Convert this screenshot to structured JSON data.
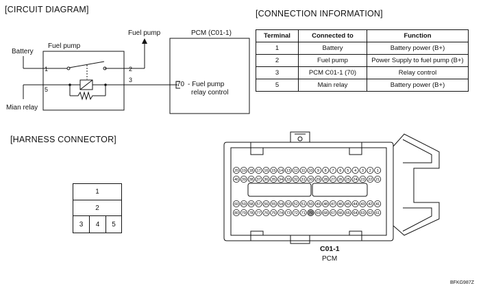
{
  "sections": {
    "circuit": "[CIRCUIT DIAGRAM]",
    "connection": "[CONNECTION INFORMATION]",
    "harness": "[HARNESS CONNECTOR]"
  },
  "circuit": {
    "battery": "Battery",
    "fuel_pump_box": "Fuel pump",
    "fuel_pump_arrow": "Fuel pump",
    "pcm": "PCM (C01-1)",
    "pin1": "1",
    "pin2": "2",
    "pin3": "3",
    "pin5": "5",
    "main_relay": "Mian relay",
    "pcm_pin": "70",
    "pcm_pin_desc1": "- Fuel pump",
    "pcm_pin_desc2": "relay control"
  },
  "connection_table": {
    "headers": [
      "Terminal",
      "Connected to",
      "Function"
    ],
    "rows": [
      [
        "1",
        "Battery",
        "Battery power (B+)"
      ],
      [
        "2",
        "Fuel pump",
        "Power Supply to fuel pump (B+)"
      ],
      [
        "3",
        "PCM C01-1 (70)",
        "Relay control"
      ],
      [
        "5",
        "Main relay",
        "Battery power (B+)"
      ]
    ]
  },
  "harness": {
    "cells": [
      "1",
      "2",
      "3",
      "4",
      "5"
    ]
  },
  "pcm_connector": {
    "row1": [
      "20",
      "19",
      "18",
      "17",
      "16",
      "15",
      "14",
      "13",
      "12",
      "11",
      "10",
      "9",
      "8",
      "7",
      "6",
      "5",
      "4",
      "3",
      "2",
      "1"
    ],
    "row2": [
      "40",
      "39",
      "38",
      "37",
      "36",
      "35",
      "34",
      "33",
      "32",
      "31",
      "30",
      "29",
      "28",
      "27",
      "26",
      "25",
      "24",
      "23",
      "22",
      "21"
    ],
    "row3": [
      "60",
      "59",
      "58",
      "57",
      "56",
      "55",
      "54",
      "53",
      "52",
      "51",
      "50",
      "49",
      "48",
      "47",
      "46",
      "45",
      "44",
      "43",
      "42",
      "41"
    ],
    "row4": [
      "80",
      "79",
      "78",
      "77",
      "76",
      "75",
      "74",
      "73",
      "72",
      "71",
      "70",
      "69",
      "68",
      "67",
      "66",
      "65",
      "64",
      "63",
      "62",
      "61"
    ],
    "highlight": "70",
    "label": "C01-1",
    "sublabel": "PCM"
  },
  "code": "BFKG987Z"
}
